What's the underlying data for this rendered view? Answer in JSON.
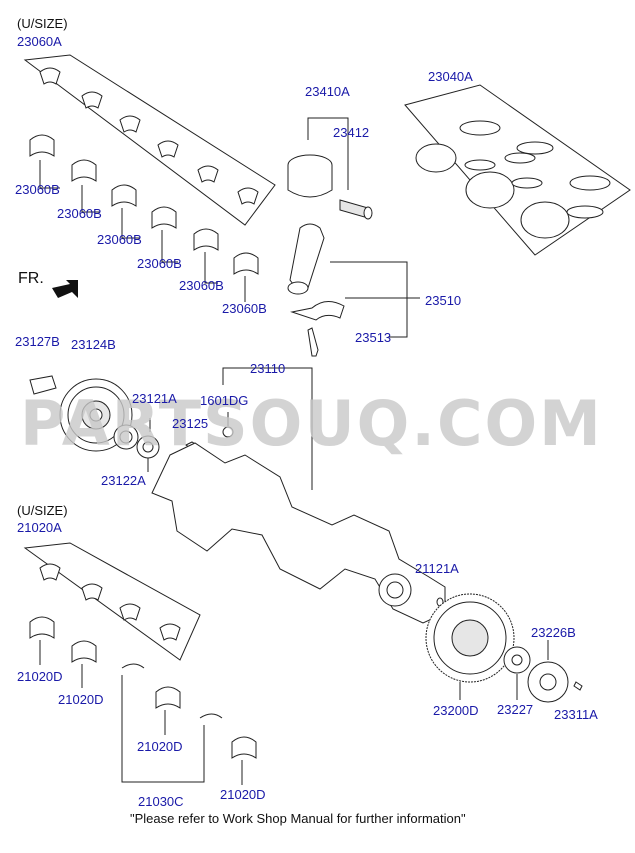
{
  "labels": {
    "usize_top": "(U/SIZE)",
    "p23060A": "23060A",
    "p23060B": "23060B",
    "p23410A": "23410A",
    "p23412": "23412",
    "p23040A": "23040A",
    "fr": "FR.",
    "p23510": "23510",
    "p23513": "23513",
    "p23127B": "23127B",
    "p23124B": "23124B",
    "p23110": "23110",
    "p23121A": "23121A",
    "p1601DG": "1601DG",
    "p23125": "23125",
    "p23122A": "23122A",
    "usize_bottom": "(U/SIZE)",
    "p21020A": "21020A",
    "p21020D": "21020D",
    "p21121A": "21121A",
    "p23226B": "23226B",
    "p23200D": "23200D",
    "p23227": "23227",
    "p23311A": "23311A",
    "p21030C": "21030C"
  },
  "watermark": "PARTSOUQ.COM",
  "footer": "\"Please refer to Work Shop Manual for further information\"",
  "colors": {
    "label": "#1a1aa8",
    "line": "#222222",
    "watermark": "#c9c9c9"
  }
}
